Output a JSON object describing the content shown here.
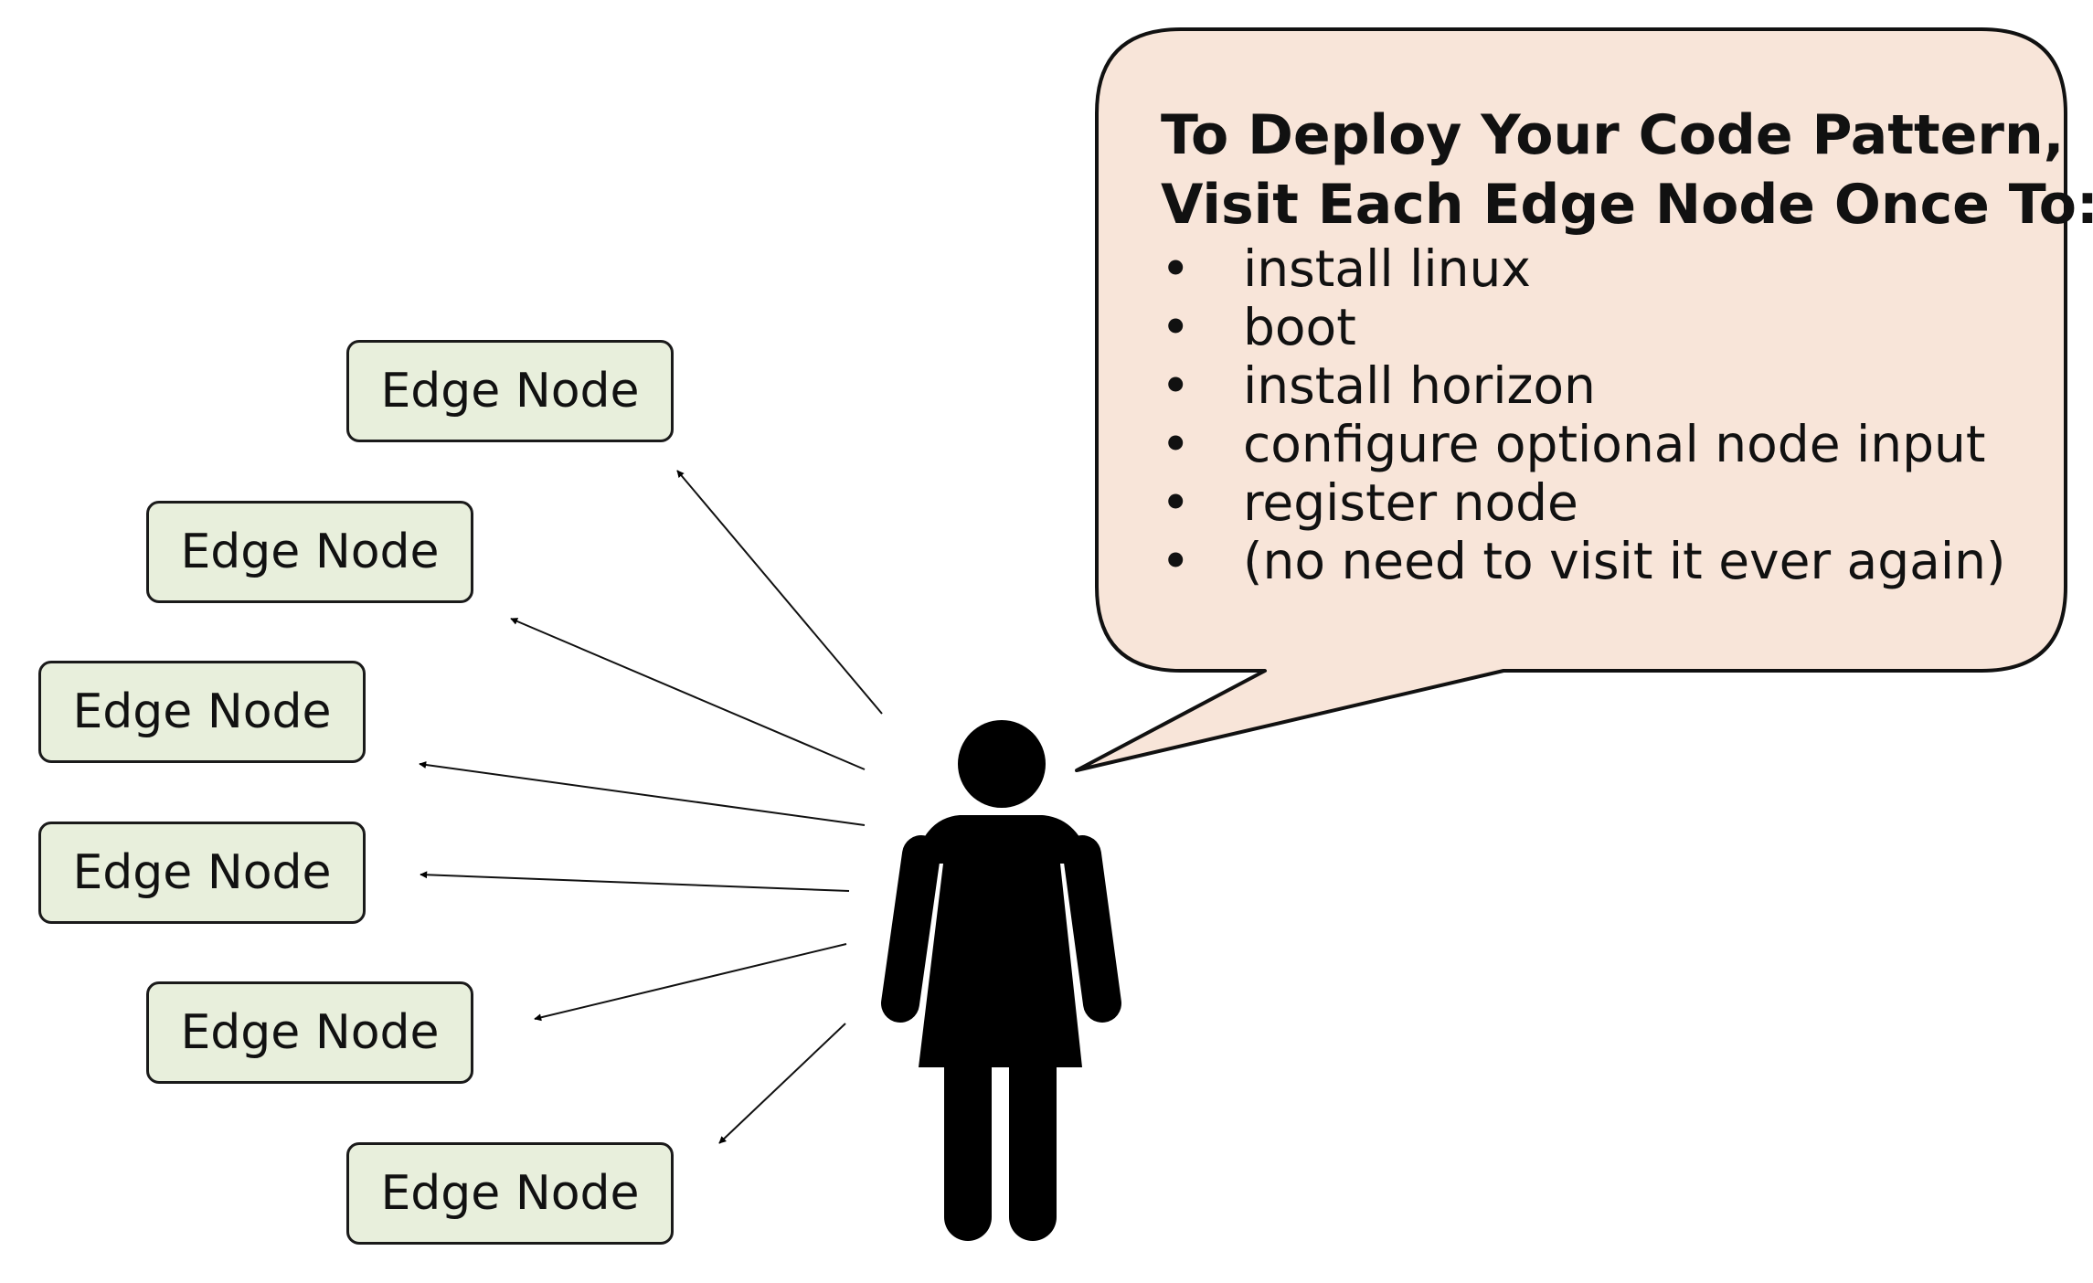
{
  "colors": {
    "node_fill": "#e8efdc",
    "callout_fill": "#f8e5d9",
    "figure": "#000000"
  },
  "edge_nodes": [
    {
      "label": "Edge Node"
    },
    {
      "label": "Edge Node"
    },
    {
      "label": "Edge Node"
    },
    {
      "label": "Edge Node"
    },
    {
      "label": "Edge Node"
    },
    {
      "label": "Edge Node"
    }
  ],
  "callout": {
    "title_line1": "To Deploy Your Code Pattern,",
    "title_line2": "Visit Each Edge Node Once To:",
    "bullet_symbol": "•",
    "steps": [
      "install linux",
      "boot",
      "install horizon",
      "configure optional node input",
      "register node",
      "(no need to visit it ever again)"
    ]
  },
  "person": {
    "icon": "person-icon"
  }
}
